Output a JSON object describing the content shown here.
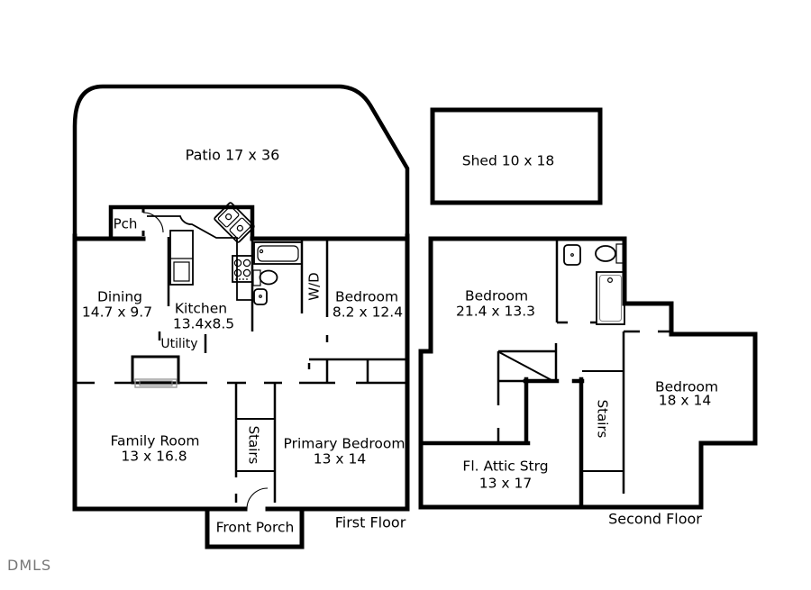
{
  "watermark": {
    "label": "DMLS",
    "color": "#777777"
  },
  "colors": {
    "wall": "#000000",
    "background": "#ffffff",
    "hearth_gray": "#999999"
  },
  "shed": {
    "label": "Shed 10 x 18"
  },
  "first_floor": {
    "caption": "First Floor",
    "patio": {
      "label": "Patio 17 x 36"
    },
    "pch": {
      "label": "Pch"
    },
    "front_porch": {
      "label": "Front Porch"
    },
    "dining": {
      "name": "Dining",
      "dims": "14.7 x 9.7"
    },
    "kitchen": {
      "name": "Kitchen",
      "dims": "13.4x8.5"
    },
    "utility": {
      "name": "Utility"
    },
    "wd": {
      "name": "W/D"
    },
    "bedroom_small": {
      "name": "Bedroom",
      "dims": "8.2 x 12.4"
    },
    "family_room": {
      "name": "Family Room",
      "dims": "13 x 16.8"
    },
    "stairs": {
      "name": "Stairs"
    },
    "primary_bedroom": {
      "name": "Primary Bedroom",
      "dims": "13 x 14"
    },
    "fixtures": [
      "corner-double-sink",
      "stove",
      "refrigerator",
      "bathtub",
      "toilet",
      "sink",
      "utility-closet",
      "hearth",
      "pch-door",
      "front-door"
    ]
  },
  "second_floor": {
    "caption": "Second Floor",
    "bedroom_large": {
      "name": "Bedroom",
      "dims": "21.4 x 13.3"
    },
    "bedroom_right": {
      "name": "Bedroom",
      "dims": "18 x 14"
    },
    "stairs": {
      "name": "Stairs"
    },
    "attic_storage": {
      "name": "Fl. Attic Strg",
      "dims": "13 x 17"
    },
    "fixtures": [
      "sink",
      "toilet",
      "shower"
    ]
  }
}
